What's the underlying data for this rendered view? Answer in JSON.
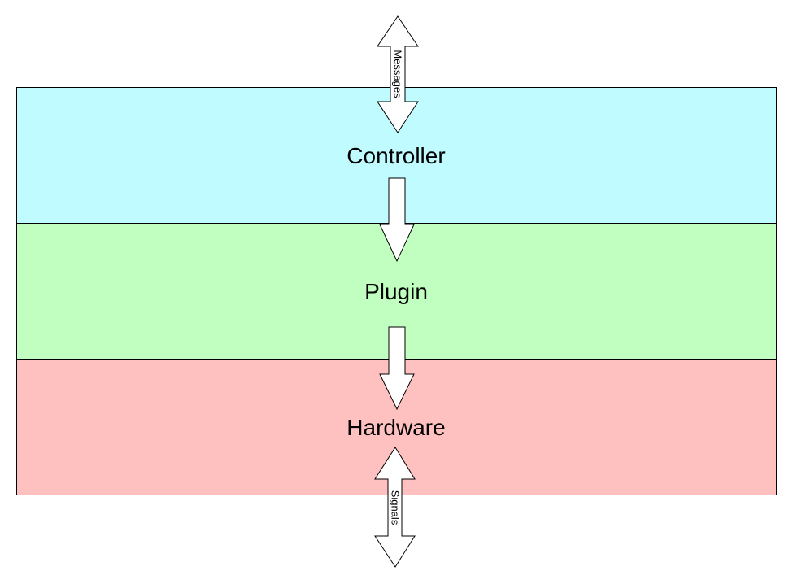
{
  "layers": [
    {
      "label": "Controller",
      "color": "#c0fcff"
    },
    {
      "label": "Plugin",
      "color": "#c0ffc0"
    },
    {
      "label": "Hardware",
      "color": "#ffc0c0"
    }
  ],
  "arrows": {
    "top_label": "Messages",
    "bottom_label": "Signals"
  },
  "colors": {
    "stroke": "#000000",
    "arrow_fill": "#ffffff"
  }
}
